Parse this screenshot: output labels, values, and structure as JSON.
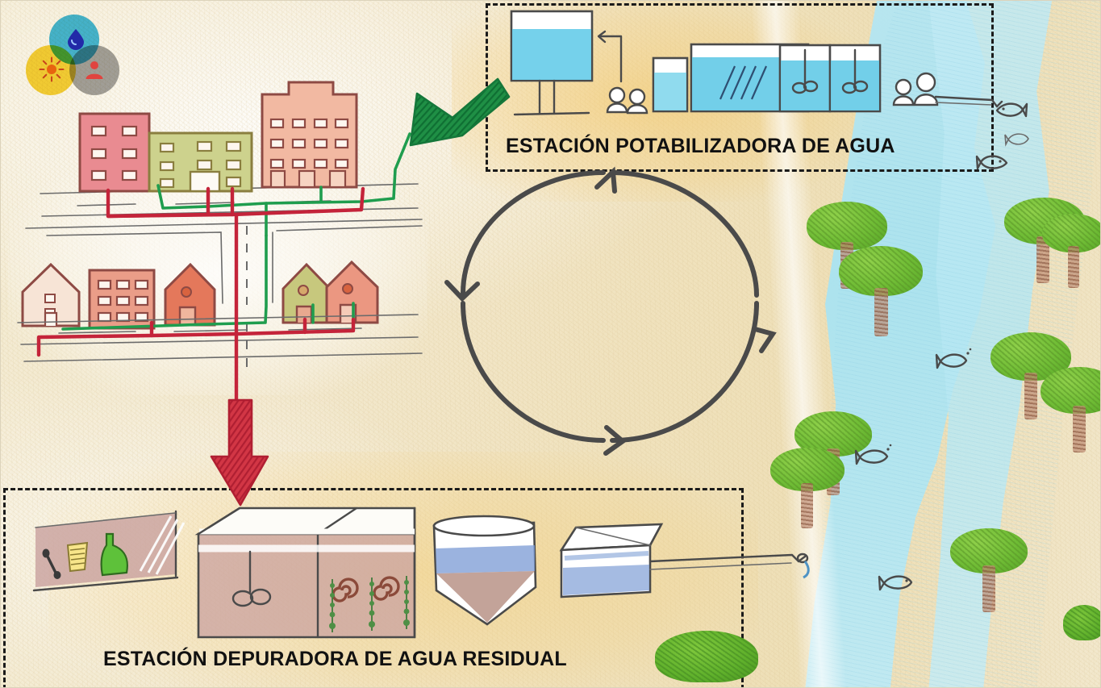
{
  "diagram": {
    "title_text_visible": false,
    "language": "es",
    "background_color": "#f1e6c6"
  },
  "logo": {
    "name": "water-cycle-logo",
    "circles": [
      {
        "id": "blue",
        "color": "#37b5e0",
        "icon": "water-drop-icon"
      },
      {
        "id": "yellow",
        "color": "#f7d127",
        "icon": "sun-icon"
      },
      {
        "id": "gray",
        "color": "#9a9a9a",
        "icon": "person-icon"
      }
    ]
  },
  "plants": [
    {
      "id": "potabilizadora",
      "label": "ESTACIÓN POTABILIZADORA DE AGUA",
      "border_style": "dashed",
      "border_color": "#1a1a1a",
      "units": [
        {
          "name": "elevated-water-tank",
          "fill": "blue"
        },
        {
          "name": "intake-arrow"
        },
        {
          "name": "small-tank",
          "fill": "blue"
        },
        {
          "name": "sand-filter-basin",
          "fill": "blue"
        },
        {
          "name": "flocculation-tank-1",
          "fill": "blue"
        },
        {
          "name": "flocculation-tank-2",
          "fill": "blue"
        },
        {
          "name": "river-intake-pipe"
        }
      ],
      "workers": 4
    },
    {
      "id": "depuradora",
      "label": "ESTACIÓN DEPURADORA DE AGUA RESIDUAL",
      "border_style": "dashed",
      "border_color": "#1a1a1a",
      "units": [
        {
          "name": "screening-channel",
          "contents": [
            "stick",
            "cup",
            "bottle"
          ]
        },
        {
          "name": "primary-aeration-tank",
          "fill": "brown"
        },
        {
          "name": "biological-reactor-tank",
          "fill": "brown"
        },
        {
          "name": "sedimentation-clarifier",
          "fill": "blue-brown"
        },
        {
          "name": "final-effluent-tank",
          "fill": "blue"
        },
        {
          "name": "outfall-pipe"
        }
      ]
    }
  ],
  "city": {
    "name": "city-block",
    "buildings": [
      {
        "id": "b1",
        "color": "#e8808a",
        "floors": 3
      },
      {
        "id": "b2",
        "color": "#c9d08a",
        "floors": 3
      },
      {
        "id": "b3",
        "color": "#f0b69f",
        "floors": 4
      },
      {
        "id": "h1",
        "color": "#f3ddd0",
        "type": "house"
      },
      {
        "id": "b4",
        "color": "#e8a089",
        "floors": 3
      },
      {
        "id": "h2",
        "color": "#e2765a",
        "type": "house"
      },
      {
        "id": "h3",
        "color": "#c2c47a",
        "type": "house"
      },
      {
        "id": "h4",
        "color": "#e9917c",
        "type": "house"
      }
    ],
    "pipes": [
      {
        "id": "supply",
        "name": "clean-water-pipe",
        "color": "#1f9d4e"
      },
      {
        "id": "sewer",
        "name": "wastewater-pipe",
        "color": "#c4243a"
      }
    ]
  },
  "arrows": {
    "cycle": {
      "name": "water-cycle-arrow",
      "color": "#4a4a4a",
      "direction": "clockwise",
      "heads": 4
    },
    "clean_water": {
      "name": "clean-water-arrow",
      "color": "#1f8f45",
      "direction": "down-left"
    },
    "waste_water": {
      "name": "waste-water-arrow",
      "color": "#d23645",
      "direction": "down"
    }
  },
  "river": {
    "name": "river",
    "color": "#aee2f0",
    "fish_count": 6,
    "trees_count": 9
  }
}
